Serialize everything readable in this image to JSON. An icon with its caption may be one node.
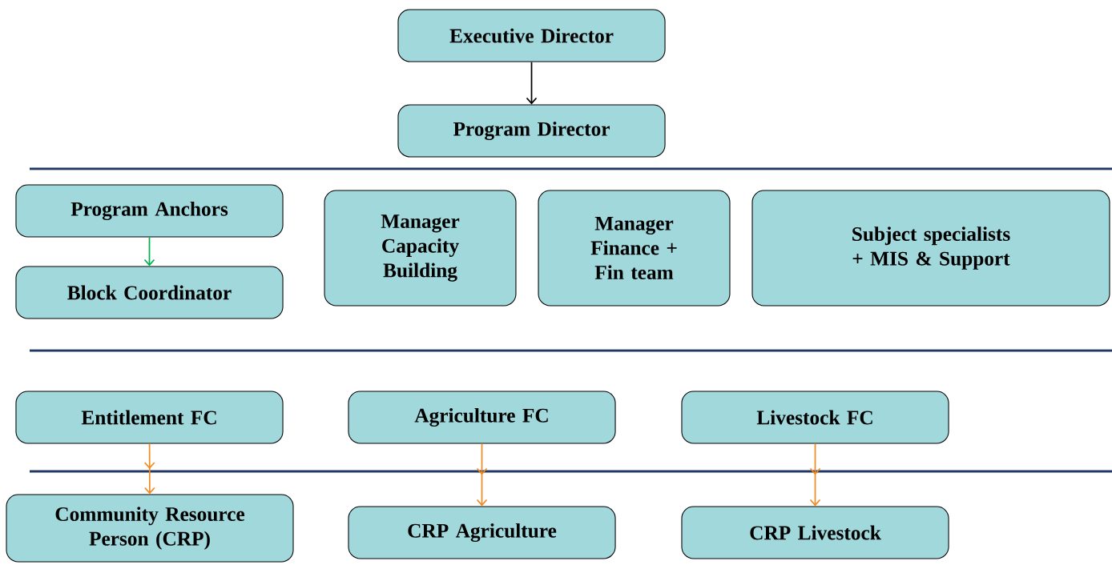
{
  "diagram": {
    "nodes": [
      {
        "text": [
          "Executive Director"
        ]
      },
      {
        "text": [
          "Program Director"
        ]
      },
      {
        "text": [
          "Program Anchors"
        ]
      },
      {
        "text": [
          "Block Coordinator"
        ]
      },
      {
        "text": [
          "Manager Capacity Building"
        ]
      },
      {
        "text": [
          "Manager Finance + Fin team"
        ]
      },
      {
        "text": [
          "Subject specialists + MIS & Support"
        ]
      },
      {
        "text": [
          "Entitlement FC"
        ]
      },
      {
        "text": [
          "Agriculture FC"
        ]
      },
      {
        "text": [
          "Livestock FC"
        ]
      },
      {
        "text": [
          "Community Resource Person (CRP)"
        ]
      },
      {
        "text": [
          "CRP Agriculture"
        ]
      },
      {
        "text": [
          "CRP Livestock"
        ]
      }
    ],
    "edges": [
      {
        "from": 0,
        "to": 1,
        "arrow": "to",
        "color": "#000000"
      },
      {
        "from": 2,
        "to": 3,
        "arrow": "to",
        "color": "#00b050"
      },
      {
        "from": 7,
        "to": 10,
        "arrow": "to"
      },
      {
        "from": 8,
        "to": 11,
        "arrow": "to"
      },
      {
        "from": 9,
        "to": 12,
        "arrow": "to"
      }
    ]
  }
}
